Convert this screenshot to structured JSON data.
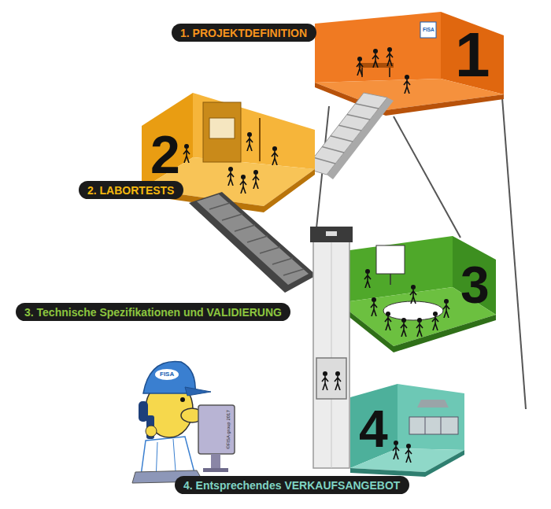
{
  "diagram": {
    "nodes": [
      {
        "text": [
          "1. PROJEKTDEFINITION"
        ]
      },
      {
        "text": [
          "2. LABORTESTS"
        ]
      },
      {
        "text": [
          "3. Technische Spezifikationen und VALIDIERUNG"
        ]
      },
      {
        "text": [
          "4. Entsprechendes VERKAUFSANGEBOT"
        ]
      }
    ],
    "labels": [
      "FISA",
      "1",
      "2",
      "3",
      "4",
      "FISA",
      "©FISA group 2017"
    ]
  }
}
